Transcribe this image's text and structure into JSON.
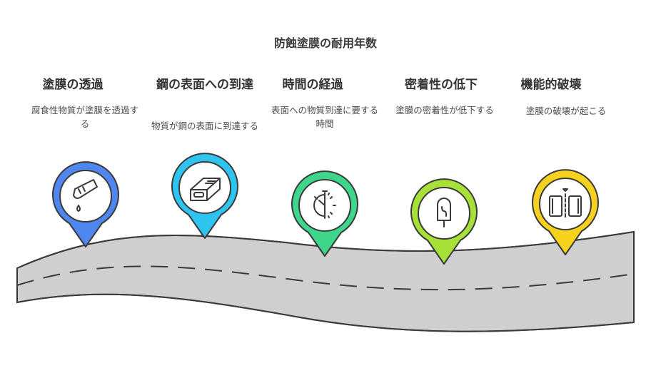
{
  "title": "防蝕塗膜の耐用年数",
  "steps": [
    {
      "title": "塗膜の透過",
      "desc": "腐食性物質が塗膜を透過する",
      "icon": "test-tube-drop-icon",
      "color": "#4f86f0"
    },
    {
      "title": "鋼の表面への到達",
      "desc": "物質が鋼の表面に到達する",
      "icon": "steel-bar-icon",
      "color": "#2ec4ef"
    },
    {
      "title": "時間の経過",
      "desc": "表面への物質到達に要する時間",
      "icon": "stopwatch-icon",
      "color": "#3ed68a"
    },
    {
      "title": "密着性の低下",
      "desc": "塗膜の密着性が低下する",
      "icon": "popsicle-icon",
      "color": "#a8e03a"
    },
    {
      "title": "機能的破壊",
      "desc": "塗膜の破壊が起こる",
      "icon": "film-break-icon",
      "color": "#f6d21f"
    }
  ]
}
